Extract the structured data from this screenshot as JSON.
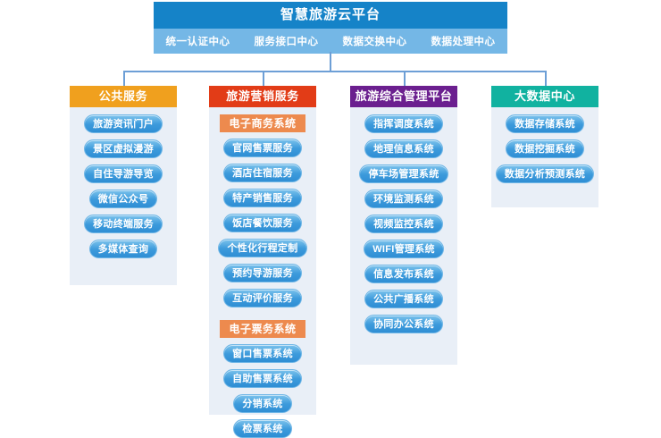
{
  "header": {
    "title": "智慧旅游云平台",
    "sub_items": [
      "统一认证中心",
      "服务接口中心",
      "数据交换中心",
      "数据处理中心"
    ]
  },
  "colors": {
    "header_title_bg": "#1583c8",
    "header_sub_bg": "#74b7e6",
    "connector": "#6d9fd6",
    "panel_bg": "#e9eff7",
    "pill_blue": "#3d9bdc",
    "subheader_orange": "#ed8a4e",
    "col1_head": "#f0a01e",
    "col2_head": "#e23c17",
    "col3_head": "#6b1f8f",
    "col4_head": "#11b2a0"
  },
  "columns": [
    {
      "title": "公共服务",
      "head_color": "#f0a01e",
      "groups": [
        {
          "label": null,
          "items": [
            "旅游资讯门户",
            "景区虚拟漫游",
            "自住导游导览",
            "微信公众号",
            "移动终端服务",
            "多媒体查询"
          ]
        }
      ]
    },
    {
      "title": "旅游营销服务",
      "head_color": "#e23c17",
      "groups": [
        {
          "label": "电子商务系统",
          "items": [
            "官网售票服务",
            "酒店住宿服务",
            "特产销售服务",
            "饭店餐饮服务",
            "个性化行程定制",
            "预约导游服务",
            "互动评价服务"
          ]
        },
        {
          "label": "电子票务系统",
          "items": [
            "窗口售票系统",
            "自助售票系统",
            "分销系统",
            "检票系统"
          ]
        }
      ]
    },
    {
      "title": "旅游综合管理平台",
      "head_color": "#6b1f8f",
      "groups": [
        {
          "label": null,
          "items": [
            "指挥调度系统",
            "地理信息系统",
            "停车场管理系统",
            "环境监测系统",
            "视频监控系统",
            "WIFI管理系统",
            "信息发布系统",
            "公共广播系统",
            "协同办公系统"
          ]
        }
      ]
    },
    {
      "title": "大数据中心",
      "head_color": "#11b2a0",
      "groups": [
        {
          "label": null,
          "items": [
            "数据存储系统",
            "数据挖掘系统",
            "数据分析预测系统"
          ]
        }
      ]
    }
  ]
}
